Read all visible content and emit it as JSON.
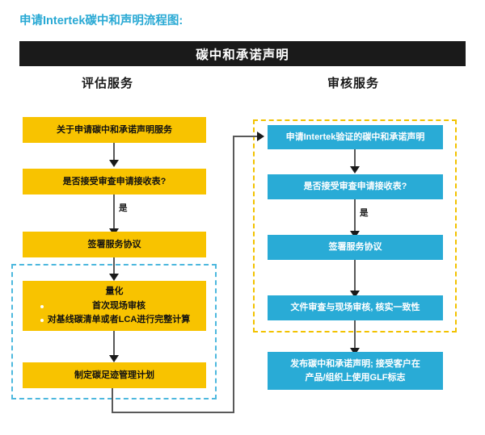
{
  "document": {
    "title": "申请Intertek碳中和声明流程图:",
    "banner": "碳中和承诺声明"
  },
  "colors": {
    "accent_cyan": "#29a9d4",
    "node_yellow": "#f8c300",
    "node_blue": "#29abd6",
    "banner_black": "#1a1a1a",
    "dash_cyan": "#4db8de",
    "dash_yellow": "#f2c200",
    "connector_gray": "#595959"
  },
  "columns": [
    {
      "id": "assessment",
      "header": "评估服务"
    },
    {
      "id": "audit",
      "header": "审核服务"
    }
  ],
  "left_column": {
    "nodes": [
      {
        "id": "l1",
        "label": "关于申请碳中和承诺声明服务"
      },
      {
        "id": "l2",
        "label": "是否接受审查申请接收表?"
      },
      {
        "id": "l3",
        "label": "签署服务协议"
      },
      {
        "id": "l4",
        "label": "量化",
        "bullets": [
          "首次现场审核",
          "对基线碳清单或者LCA进行完整计算"
        ]
      },
      {
        "id": "l5",
        "label": "制定碳足迹管理计划"
      }
    ],
    "edge_labels": [
      {
        "id": "l2_to_l3",
        "text": "是"
      }
    ]
  },
  "right_column": {
    "nodes": [
      {
        "id": "r1",
        "label": "申请Intertek验证的碳中和承诺声明"
      },
      {
        "id": "r2",
        "label": "是否接受审查申请接收表?"
      },
      {
        "id": "r3",
        "label": "签署服务协议"
      },
      {
        "id": "r4",
        "label": "文件审查与现场审核, 核实一致性"
      },
      {
        "id": "r5",
        "label_line1": "发布碳中和承诺声明; 接受客户在",
        "label_line2": "产品/组织上使用GLF标志"
      }
    ],
    "edge_labels": [
      {
        "id": "r2_to_r3",
        "text": "是"
      }
    ]
  }
}
